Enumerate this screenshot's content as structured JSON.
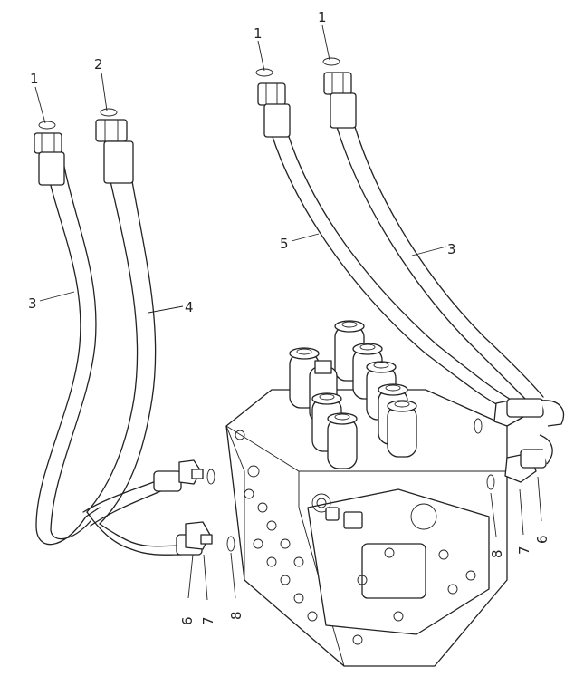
{
  "callouts": [
    {
      "id": "c1a",
      "text": "1"
    },
    {
      "id": "c2",
      "text": "2"
    },
    {
      "id": "c1b",
      "text": "1"
    },
    {
      "id": "c1c",
      "text": "1"
    },
    {
      "id": "c5",
      "text": "5"
    },
    {
      "id": "c3b",
      "text": "3"
    },
    {
      "id": "c3a",
      "text": "3"
    },
    {
      "id": "c4",
      "text": "4"
    },
    {
      "id": "c6a",
      "text": "6"
    },
    {
      "id": "c7a",
      "text": "7"
    },
    {
      "id": "c8a",
      "text": "8"
    },
    {
      "id": "c8b",
      "text": "8"
    },
    {
      "id": "c7b",
      "text": "7"
    },
    {
      "id": "c6b",
      "text": "6"
    }
  ]
}
